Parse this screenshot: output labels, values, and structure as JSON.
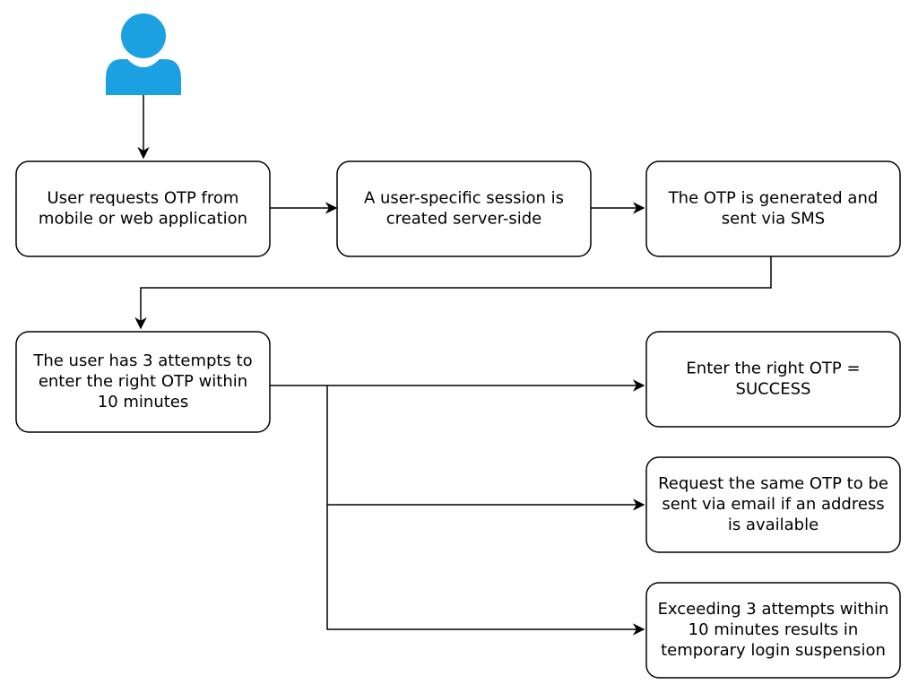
{
  "colors": {
    "user_icon": "#1ba1e2",
    "stroke": "#000000",
    "box_fill": "#ffffff",
    "text": "#000000"
  },
  "icons": {
    "actor": "user-icon"
  },
  "nodes": [
    {
      "id": "request",
      "lines": [
        "User requests OTP from",
        "mobile or web application"
      ]
    },
    {
      "id": "session",
      "lines": [
        "A user-specific session is",
        "created server-side"
      ]
    },
    {
      "id": "generate",
      "lines": [
        "The OTP is generated and",
        "sent via SMS"
      ]
    },
    {
      "id": "attempts",
      "lines": [
        "The user has 3 attempts to",
        "enter the right OTP within",
        "10 minutes"
      ]
    },
    {
      "id": "success",
      "lines": [
        "Enter the right OTP =",
        "SUCCESS"
      ]
    },
    {
      "id": "email",
      "lines": [
        "Request the same OTP to be",
        "sent via email if an address",
        "is available"
      ]
    },
    {
      "id": "suspend",
      "lines": [
        "Exceeding 3 attempts within",
        "10 minutes results in",
        "temporary login suspension"
      ]
    }
  ],
  "edges": [
    {
      "from": "user",
      "to": "request"
    },
    {
      "from": "request",
      "to": "session"
    },
    {
      "from": "session",
      "to": "generate"
    },
    {
      "from": "generate",
      "to": "attempts"
    },
    {
      "from": "attempts",
      "to": "success"
    },
    {
      "from": "attempts",
      "to": "email"
    },
    {
      "from": "attempts",
      "to": "suspend"
    }
  ]
}
